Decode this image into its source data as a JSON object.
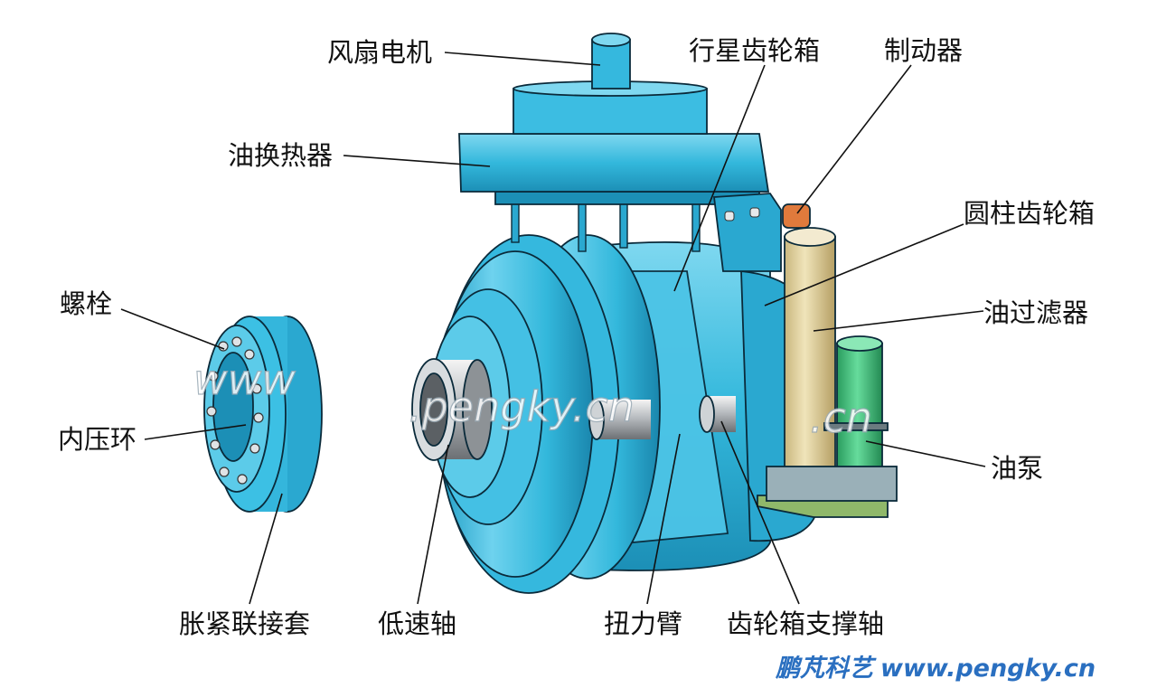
{
  "labels": {
    "fan_motor": "风扇电机",
    "planetary_gearbox": "行星齿轮箱",
    "brake": "制动器",
    "oil_heat_exchanger": "油换热器",
    "cylindrical_gearbox": "圆柱齿轮箱",
    "bolt": "螺栓",
    "oil_filter": "油过滤器",
    "inner_pressure_ring": "内压环",
    "oil_pump": "油泵",
    "shrink_disc": "胀紧联接套",
    "low_speed_shaft": "低速轴",
    "torque_arm": "扭力臂",
    "gearbox_support_shaft": "齿轮箱支撑轴"
  },
  "watermark": {
    "left": "www",
    "center": ".pengky.cn",
    "right": ".cn"
  },
  "credit": {
    "name": "鹏芃科艺",
    "url": "www.pengky.cn"
  },
  "colors": {
    "body": "#33b8dc",
    "body_dark": "#1c8fb6",
    "body_light": "#7fd8f0",
    "filter": "#e2d3a0",
    "pump": "#3cc07a",
    "brake": "#e07a3c",
    "base": "#9ab0b8",
    "credit": "#2a6fc0"
  }
}
